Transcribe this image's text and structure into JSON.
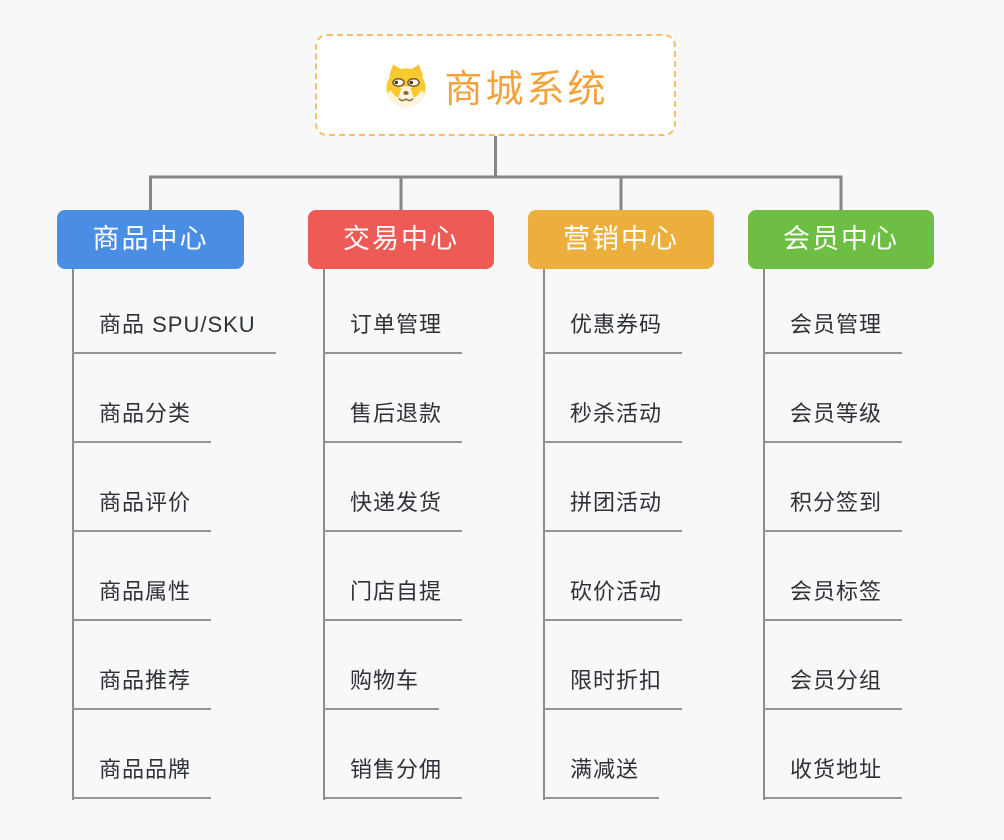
{
  "root": {
    "title": "商城系统",
    "icon": "dog-face"
  },
  "colors": {
    "background": "#f8f8f8",
    "root_border": "#F6BE6B",
    "root_text": "#F2A33C",
    "connector": "#868686",
    "leaf_underline": "#949494",
    "leaf_text": "#2E3138"
  },
  "branches": [
    {
      "label": "商品中心",
      "color": "#4A8DE5",
      "items": [
        "商品 SPU/SKU",
        "商品分类",
        "商品评价",
        "商品属性",
        "商品推荐",
        "商品品牌"
      ]
    },
    {
      "label": "交易中心",
      "color": "#EE5A56",
      "items": [
        "订单管理",
        "售后退款",
        "快递发货",
        "门店自提",
        "购物车",
        "销售分佣"
      ]
    },
    {
      "label": "营销中心",
      "color": "#EDAF3B",
      "items": [
        "优惠券码",
        "秒杀活动",
        "拼团活动",
        "砍价活动",
        "限时折扣",
        "满减送"
      ]
    },
    {
      "label": "会员中心",
      "color": "#6EBE44",
      "items": [
        "会员管理",
        "会员等级",
        "积分签到",
        "会员标签",
        "会员分组",
        "收货地址"
      ]
    }
  ]
}
